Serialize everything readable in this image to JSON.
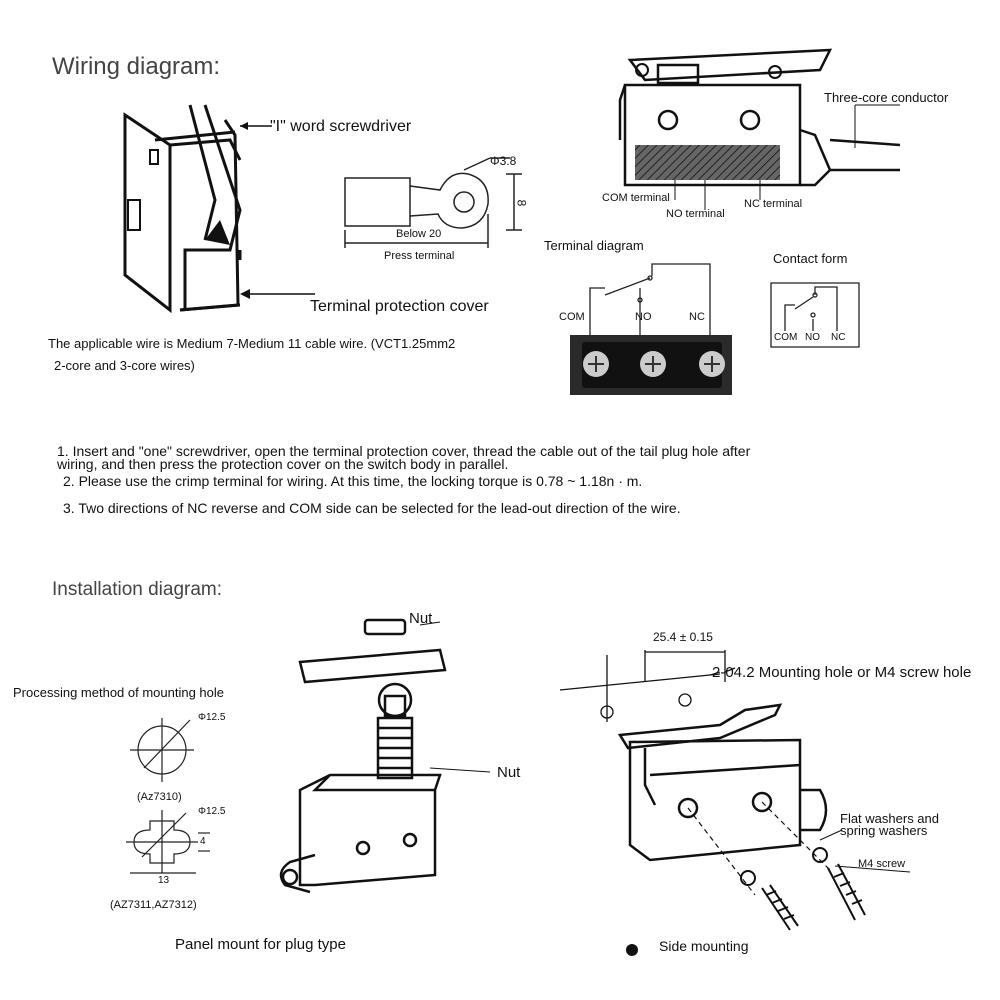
{
  "wiring": {
    "title": "Wiring diagram:",
    "screwdriver_label": "\"I\" word screwdriver",
    "protection_cover_label": "Terminal protection cover",
    "dia_label": "Φ3.8",
    "dim_8": "8",
    "below_label": "Below 20",
    "press_terminal_label": "Press terminal",
    "wire_note_line1": "The applicable wire is Medium 7-Medium 11 cable wire. (VCT1.25mm2",
    "wire_note_line2": "2-core and 3-core wires)",
    "conductor_label": "Three-core conductor",
    "com_terminal_label": "COM terminal",
    "no_terminal_label": "NO terminal",
    "nc_terminal_label": "NC terminal",
    "terminal_diagram_title": "Terminal diagram",
    "contact_form_title": "Contact form",
    "com": "COM",
    "no": "NO",
    "nc": "NC"
  },
  "instructions": [
    "1. Insert and \"one\" screwdriver, open the terminal protection cover, thread the cable out of the tail plug hole after",
    "wiring, and then press the protection cover on the switch body in parallel.",
    "2. Please use the crimp terminal for wiring. At this time, the locking torque is 0.78 ~ 1.18n · m.",
    "3. Two directions of NC reverse and COM side can be selected for the lead-out direction of the wire."
  ],
  "installation": {
    "title": "Installation diagram:",
    "processing_label": "Processing method of mounting hole",
    "dia1": "Φ12.5",
    "model1": "(Az7310)",
    "dia2": "Φ12.5",
    "dim_4": "4",
    "dim_13": "13",
    "model2": "(AZ7311,AZ7312)",
    "nut_top": "Nut",
    "nut_mid": "Nut",
    "panel_label": "Panel mount for plug type",
    "spacing": "25.4 ± 0.15",
    "mount_hole_label": "2-04.2 Mounting hole or M4 screw hole",
    "washers_line1": "Flat washers and",
    "washers_line2": "spring washers",
    "m4_screw": "M4 screw",
    "side_label": "Side mounting"
  }
}
